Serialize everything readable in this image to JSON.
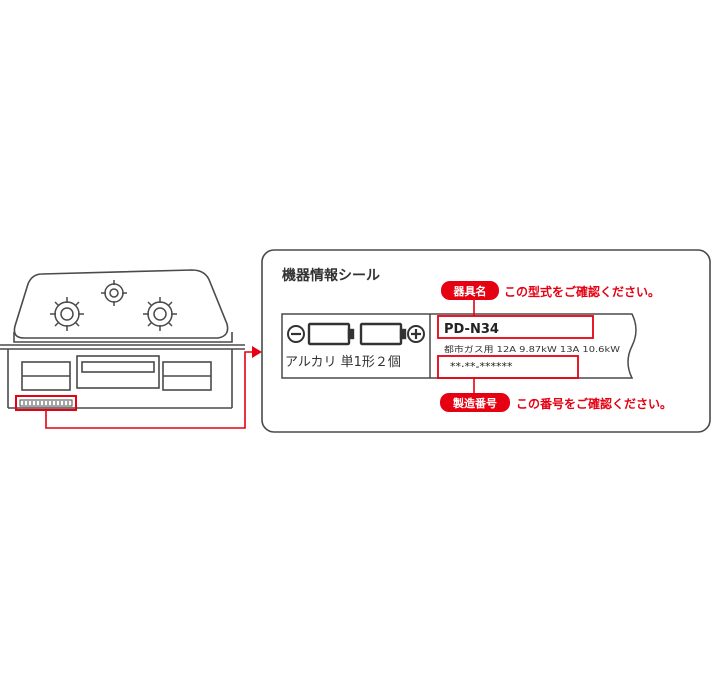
{
  "panel": {
    "title": "機器情報シール"
  },
  "battery": {
    "label": "アルカリ 単1形２個",
    "minus_symbol": "−",
    "plus_symbol": "+"
  },
  "sticker": {
    "model_value": "PD-N34",
    "gas_spec": "都市ガス用  12A 9.87kW  13A 10.6kW",
    "serial_value": "**·**-******"
  },
  "callouts": {
    "model_tag": "器具名",
    "model_text": "この型式をご確認ください。",
    "serial_tag": "製造番号",
    "serial_text": "この番号をご確認ください。"
  },
  "colors": {
    "accent_red": "#e50012",
    "line_gray": "#4a4a4a"
  },
  "icons": [
    "stove-icon",
    "battery-icon",
    "minus-terminal-icon",
    "plus-terminal-icon",
    "arrow-icon"
  ]
}
